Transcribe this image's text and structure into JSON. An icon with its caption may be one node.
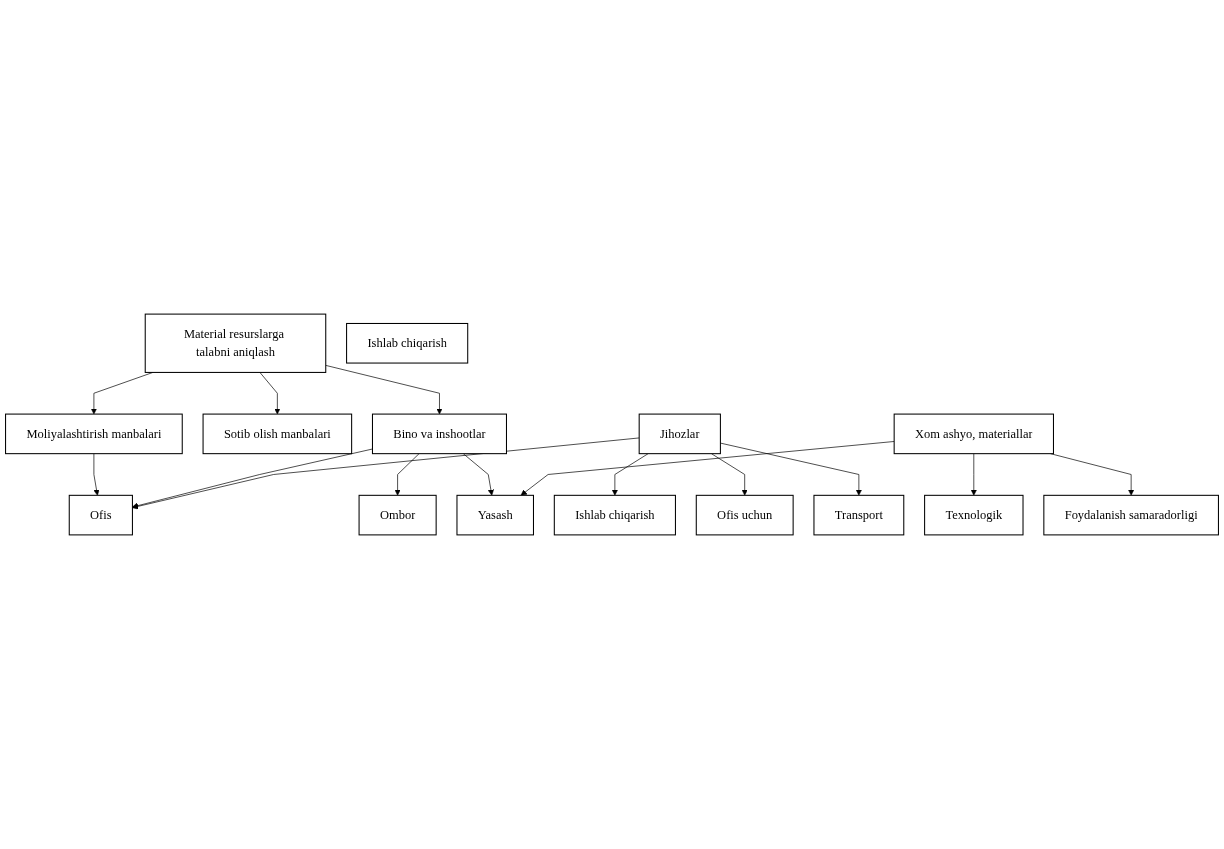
{
  "diagram": {
    "nodes": [
      {
        "text": [
          "Material resurslarga talabni aniqlash"
        ]
      },
      {
        "text": [
          "Moliyalashtirish manbalari"
        ]
      },
      {
        "text": [
          "Sotib olish manbalari"
        ]
      },
      {
        "text": [
          "Ofis"
        ]
      },
      {
        "text": [
          "Bino va inshootlar"
        ]
      },
      {
        "text": [
          "Jihozlar"
        ]
      },
      {
        "text": [
          "Xom ashyo, materiallar"
        ]
      },
      {
        "text": [
          "Texnologik"
        ]
      },
      {
        "text": [
          "Ishlab chiqarish"
        ]
      },
      {
        "text": [
          "Ombor"
        ]
      },
      {
        "text": [
          "Yasash"
        ]
      },
      {
        "text": [
          "Ishlab chiqarish"
        ]
      },
      {
        "text": [
          "Ofis uchun"
        ]
      },
      {
        "text": [
          "Transport"
        ]
      },
      {
        "text": [
          "Foydalanish samaradorligi"
        ]
      }
    ],
    "edges": [
      {
        "from": 0,
        "to": 1,
        "arrow": "to"
      },
      {
        "from": 0,
        "to": 4,
        "arrow": "to"
      },
      {
        "from": 0,
        "to": 2,
        "arrow": "to"
      },
      {
        "from": 1,
        "to": 3,
        "arrow": "to"
      },
      {
        "from": 4,
        "to": 3,
        "arrow": "to"
      },
      {
        "from": 5,
        "to": 3,
        "arrow": "to"
      },
      {
        "from": 6,
        "to": 7,
        "arrow": "to"
      },
      {
        "from": 4,
        "to": 9,
        "arrow": "to"
      },
      {
        "from": 4,
        "to": 10,
        "arrow": "to"
      },
      {
        "from": 6,
        "to": 10,
        "arrow": "to"
      },
      {
        "from": 5,
        "to": 11,
        "arrow": "to"
      },
      {
        "from": 5,
        "to": 12,
        "arrow": "to"
      },
      {
        "from": 5,
        "to": 13,
        "arrow": "to"
      },
      {
        "from": 6,
        "to": 14,
        "arrow": "to"
      }
    ]
  }
}
